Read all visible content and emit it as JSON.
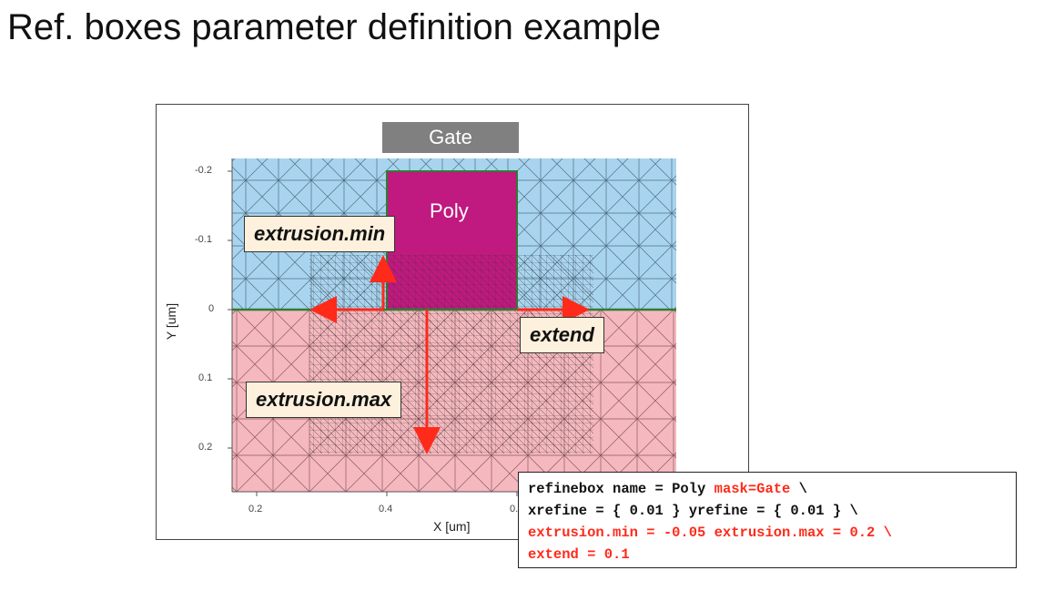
{
  "title": "Ref. boxes parameter definition example",
  "plot": {
    "gate_label": "Gate",
    "poly_label": "Poly",
    "x_axis_label": "X [um]",
    "y_axis_label": "Y [um]",
    "x_ticks": [
      "0.2",
      "0.4",
      "0."
    ],
    "y_ticks": [
      "-0.2",
      "-0.1",
      "0",
      "0.1",
      "0.2"
    ],
    "colors": {
      "oxide": "#a9d4ef",
      "substrate": "#f5b8be",
      "poly": "#c0197f",
      "interface_line": "#2e7d32",
      "arrow": "#ff2a1a",
      "gate": "#808080"
    }
  },
  "labels": {
    "extrusion_min": "extrusion.min",
    "extrusion_max": "extrusion.max",
    "extend": "extend"
  },
  "code": {
    "line1_black": "refinebox name = Poly ",
    "line1_red": "mask=Gate",
    "line1_end": " \\",
    "line2": "xrefine = { 0.01 } yrefine = { 0.01 } \\",
    "line3": "extrusion.min = -0.05 extrusion.max = 0.2 \\",
    "line4": "extend = 0.1"
  }
}
